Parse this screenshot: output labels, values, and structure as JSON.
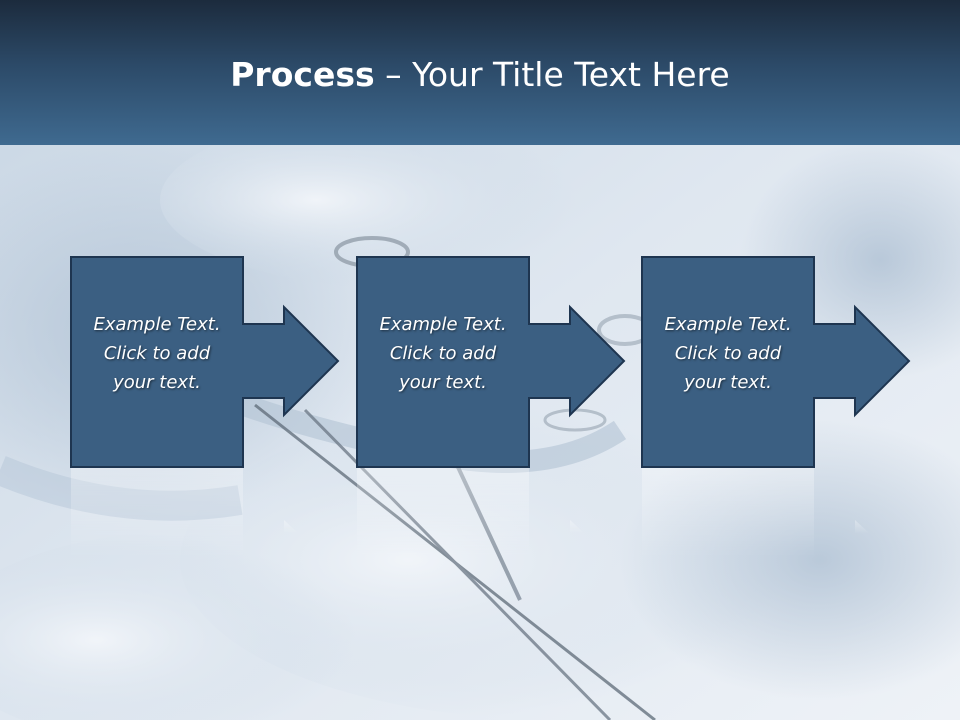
{
  "slide": {
    "title_bold": "Process",
    "title_rest": " – Your Title Text Here"
  },
  "steps": [
    {
      "text_line1": "Example Text.",
      "text_line2": "Click  to add",
      "text_line3": "your text."
    },
    {
      "text_line1": "Example Text.",
      "text_line2": "Click  to add",
      "text_line3": "your text."
    },
    {
      "text_line1": "Example Text.",
      "text_line2": "Click  to add",
      "text_line3": "your text."
    }
  ],
  "colors": {
    "header_dark": "#1c2b3d",
    "header_light": "#3f6a90",
    "box_fill": "#3b5f82",
    "box_border": "#1e3550",
    "text": "#ffffff"
  },
  "icons": {
    "step_arrow": "right-arrow-icon",
    "background": "surgical-scissors-photo"
  }
}
